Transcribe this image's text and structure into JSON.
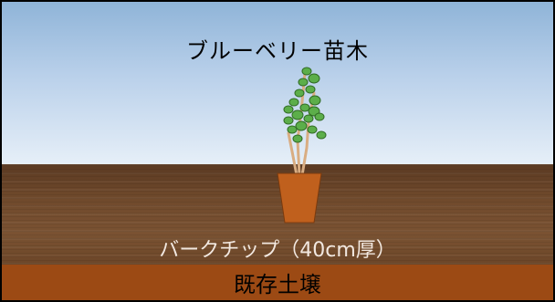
{
  "diagram": {
    "title": "ブルーベリー苗木",
    "bark_label": "バークチップ（40cm厚）",
    "soil_label": "既存土壌"
  },
  "colors": {
    "sky_top": "#8fb4d8",
    "sky_bottom": "#e6eff8",
    "bark": "#704a2c",
    "soil": "#9c4a14",
    "pot": "#c0601d",
    "leaf": "#5fb24a",
    "stem": "#d8a878"
  },
  "icons": {
    "seedling": "blueberry-seedling-icon",
    "pot": "plant-pot-icon"
  }
}
